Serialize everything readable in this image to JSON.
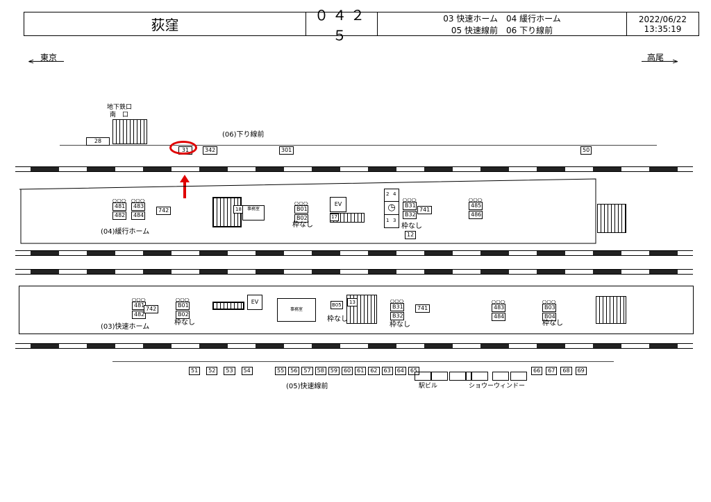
{
  "header": {
    "station": "荻窪",
    "code": "０４２５",
    "platforms_line1": "03 快速ホーム　04 緩行ホーム",
    "platforms_line2": "05 快速線前　06 下り線前",
    "date": "2022/06/22",
    "time": "13:35:19"
  },
  "directions": {
    "left": "東京",
    "right": "高尾"
  },
  "top": {
    "exit_label1": "地下鉄口",
    "exit_label2": "南　口",
    "line_label": "(06)下り線前",
    "boxes": [
      "28",
      "31",
      "342",
      "301",
      "50"
    ]
  },
  "platform04": {
    "label": "(04)緩行ホーム",
    "pairs": [
      [
        "481",
        "482"
      ],
      [
        "483",
        "484"
      ],
      [
        "B01",
        "B02"
      ],
      [
        "B31",
        "B32"
      ],
      [
        "485",
        "486"
      ]
    ],
    "boxes": [
      "742",
      "741",
      "12"
    ],
    "office": "事務室",
    "ev": "EV",
    "stair_num": "18",
    "esc_num": "17",
    "clock_nums": [
      "2",
      "4",
      "1",
      "3"
    ],
    "no_frame": "枠なし"
  },
  "platform03": {
    "label": "(03)快速ホーム",
    "pairs": [
      [
        "481",
        "482"
      ],
      [
        "B01",
        "B02"
      ],
      [
        "B31",
        "B32"
      ],
      [
        "483",
        "484"
      ],
      [
        "B03",
        "B04"
      ]
    ],
    "boxes": [
      "742",
      "741"
    ],
    "office": "事務室",
    "ev": "EV",
    "stair_num": "13",
    "b05": "B05",
    "no_frame": "枠なし"
  },
  "bottom": {
    "line_label": "(05)快速線前",
    "boxes_a": [
      "51",
      "52",
      "53",
      "54"
    ],
    "boxes_b": [
      "55",
      "56",
      "57",
      "58",
      "59",
      "60",
      "61",
      "62",
      "63",
      "64",
      "65"
    ],
    "boxes_c": [
      "66",
      "67",
      "68",
      "69"
    ],
    "station_bldg": "駅ビル",
    "show_window": "ショウーウィンドー"
  },
  "highlight_color": "#e00000"
}
